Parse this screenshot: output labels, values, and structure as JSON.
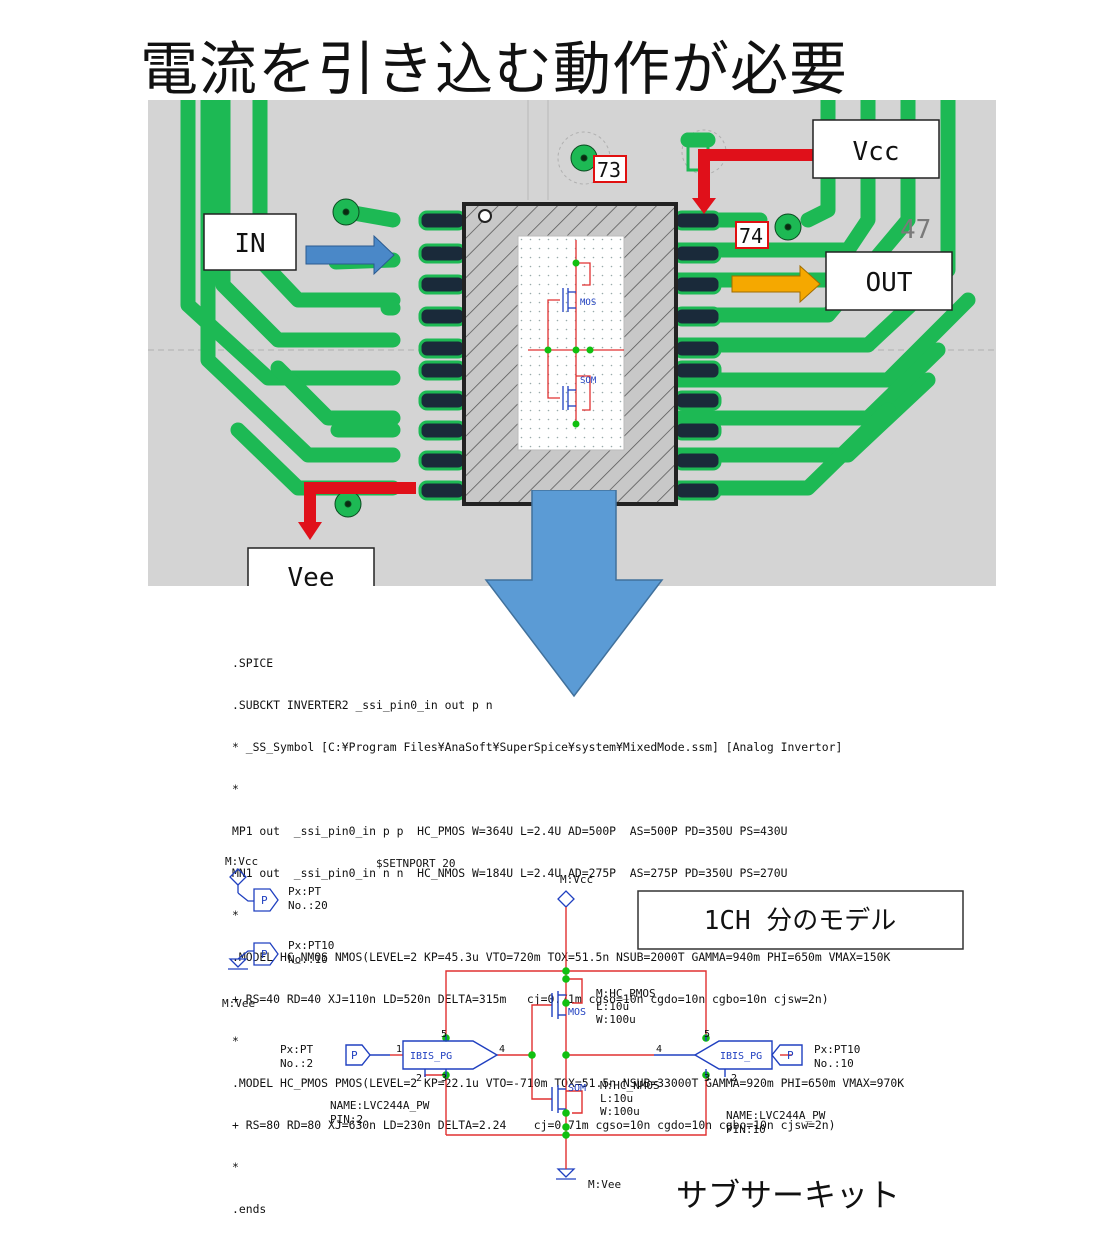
{
  "title": "電流を引き込む動作が必要",
  "pcb": {
    "labels": {
      "in": "IN",
      "out": "OUT",
      "vcc": "Vcc",
      "vee": "Vee"
    },
    "pin_markers": [
      "73",
      "74"
    ],
    "partial_ref": "47",
    "mos_top": "MOS",
    "mos_bottom": "SOM",
    "colors": {
      "trace": "#1db954",
      "board": "#d4d4d4",
      "pad": "#1a2a3a",
      "red_arrow": "#e0101a",
      "blue_arrow": "#4a88c8",
      "orange_arrow": "#f5a800"
    }
  },
  "spice_lines": [
    ".SPICE",
    ".SUBCKT INVERTER2 _ssi_pin0_in out p n",
    "* _SS_Symbol [C:¥Program Files¥AnaSoft¥SuperSpice¥system¥MixedMode.ssm] [Analog Invertor]",
    "*",
    "MP1 out  _ssi_pin0_in p p  HC_PMOS W=364U L=2.4U AD=500P  AS=500P PD=350U PS=430U",
    "MN1 out  _ssi_pin0_in n n  HC_NMOS W=184U L=2.4U AD=275P  AS=275P PD=350U PS=270U",
    "*",
    ".MODEL HC_NMOS NMOS(LEVEL=2 KP=45.3u VTO=720m TOX=51.5n NSUB=2000T GAMMA=940m PHI=650m VMAX=150K",
    "+ RS=40 RD=40 XJ=110n LD=520n DELTA=315m   cj=0.71m cgso=10n cgdo=10n cgbo=10n cjsw=2n)",
    "*",
    ".MODEL HC_PMOS PMOS(LEVEL=2 KP=22.1u VTO=-710m TOX=51.5n NSUB=33000T GAMMA=920m PHI=650m VMAX=970K",
    "+ RS=80 RD=80 XJ=630n LD=230n DELTA=2.24    cj=0.71m cgso=10n cgdo=10n cgbo=10n cjsw=2n)",
    "*",
    ".ends"
  ],
  "schematic": {
    "vcc_left": "M:Vcc",
    "vee_left": "M:Vee",
    "port_a_name": "Px:PT",
    "port_a_no": "No.:20",
    "port_b_name": "Px:PT10",
    "port_b_no": "No.:10",
    "setnport": "$SETNPORT 20",
    "vcc_mid": "M:Vcc",
    "vee_mid": "M:Vee",
    "model_box": "1CH 分のモデル",
    "pmos_label": "M:HC_PMOS",
    "pmos_l": "L:10u",
    "pmos_w": "W:100u",
    "nmos_label": "M:HC_NMOS",
    "nmos_l": "L:10u",
    "nmos_w": "W:100u",
    "mos_tag": "MOS",
    "som_tag": "SOM",
    "left_port_name": "Px:PT",
    "left_port_no": "No.:2",
    "right_port_name": "Px:PT10",
    "right_port_no": "No.:10",
    "ibis_left": "IBIS_PG",
    "ibis_right": "IBIS_PG",
    "left_name": "NAME:LVC244A_PW",
    "left_pin": "PIN:2",
    "right_name": "NAME:LVC244A_PW",
    "right_pin": "PIN:10",
    "p_glyph": "P",
    "pin_nums": {
      "l1": "1",
      "l2": "2",
      "l3": "3",
      "l4": "4",
      "l5": "5",
      "r2": "2",
      "r3": "3",
      "r4": "4",
      "r5": "5"
    },
    "colors": {
      "wire": "#e03030",
      "symbol": "#2040c0",
      "node": "#10c010"
    }
  },
  "subcircuit_label": "サブサーキット"
}
